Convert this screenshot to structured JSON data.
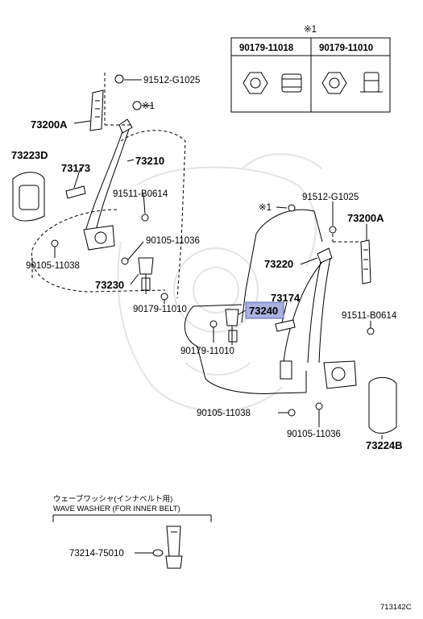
{
  "table": {
    "note": "※1",
    "col1": "90179-11018",
    "col2": "90179-11010"
  },
  "labels": {
    "p91512_left": "91512-G1025",
    "note_left": "※1",
    "p73200A_left": "73200A",
    "p73223D": "73223D",
    "p73210": "73210",
    "p73173": "73173",
    "p91511_left": "91511-B0614",
    "p90105_11036_left": "90105-11036",
    "p90105_11038_left": "90105-11038",
    "p73230": "73230",
    "p90179_11010_upper": "90179-11010",
    "note_right": "※1",
    "p91512_right": "91512-G1025",
    "p73200A_right": "73200A",
    "p73220": "73220",
    "p73174": "73174",
    "p73240": "73240",
    "p91511_right": "91511-B0614",
    "p90179_11010_lower": "90179-11010",
    "p90105_11038_right": "90105-11038",
    "p90105_11036_right": "90105-11036",
    "p73224B": "73224B"
  },
  "inset": {
    "title_jp": "ウェーブワッシャ(インナベルト用)",
    "title_en": "WAVE WASHER (FOR INNER BELT)",
    "part": "73214-75010"
  },
  "footer": {
    "code": "713142C"
  },
  "colors": {
    "highlight": "#aab0e0",
    "highlight_border": "#5a64b4",
    "watermark": "#e4e4e4"
  }
}
